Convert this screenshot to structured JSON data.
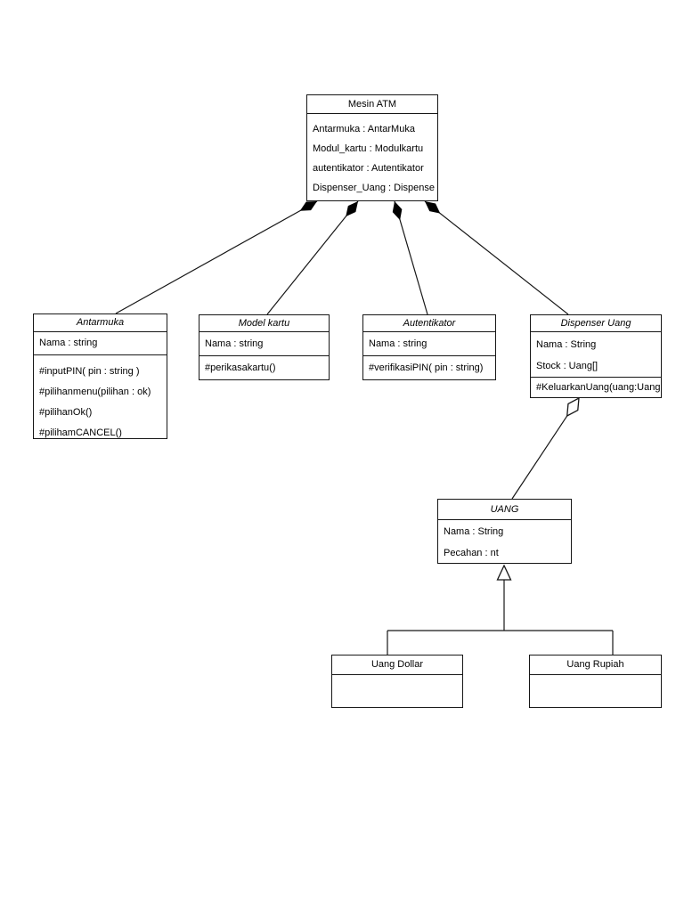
{
  "diagram": {
    "type": "uml-class-diagram",
    "classes": {
      "mesin_atm": {
        "title": "Mesin ATM",
        "attributes": [
          "Antarmuka : AntarMuka",
          "Modul_kartu : Modulkartu",
          "autentikator : Autentikator",
          "Dispenser_Uang : Dispense"
        ]
      },
      "antarmuka": {
        "title": "Antarmuka",
        "attributes": [
          "Nama : string"
        ],
        "methods": [
          "#inputPIN( pin : string )",
          "#pilihanmenu(pilihan : ok)",
          "#pilihanOk()",
          "#pilihamCANCEL()"
        ]
      },
      "model_kartu": {
        "title": "Model kartu",
        "attributes": [
          "Nama : string"
        ],
        "methods": [
          "#perikasakartu()"
        ]
      },
      "autentikator": {
        "title": "Autentikator",
        "attributes": [
          "Nama : string"
        ],
        "methods": [
          "#verifikasiPIN( pin : string)"
        ]
      },
      "dispenser_uang": {
        "title": "Dispenser Uang",
        "attributes": [
          "Nama : String",
          "Stock : Uang[]"
        ],
        "methods": [
          "#KeluarkanUang(uang:Uang"
        ]
      },
      "uang": {
        "title": "UANG",
        "attributes": [
          "Nama : String",
          "Pecahan : nt"
        ]
      },
      "uang_dollar": {
        "title": "Uang Dollar"
      },
      "uang_rupiah": {
        "title": "Uang Rupiah"
      }
    },
    "relationships": [
      {
        "type": "composition",
        "from": "Mesin ATM",
        "to": "Antarmuka"
      },
      {
        "type": "composition",
        "from": "Mesin ATM",
        "to": "Model kartu"
      },
      {
        "type": "composition",
        "from": "Mesin ATM",
        "to": "Autentikator"
      },
      {
        "type": "composition",
        "from": "Mesin ATM",
        "to": "Dispenser Uang"
      },
      {
        "type": "aggregation",
        "from": "Dispenser Uang",
        "to": "UANG"
      },
      {
        "type": "generalization",
        "parent": "UANG",
        "children": [
          "Uang Dollar",
          "Uang Rupiah"
        ]
      }
    ],
    "colors": {
      "line": "#161616",
      "background": "#ffffff",
      "composition_diamond_fill": "#000000",
      "aggregation_diamond_fill": "#ffffff"
    }
  }
}
